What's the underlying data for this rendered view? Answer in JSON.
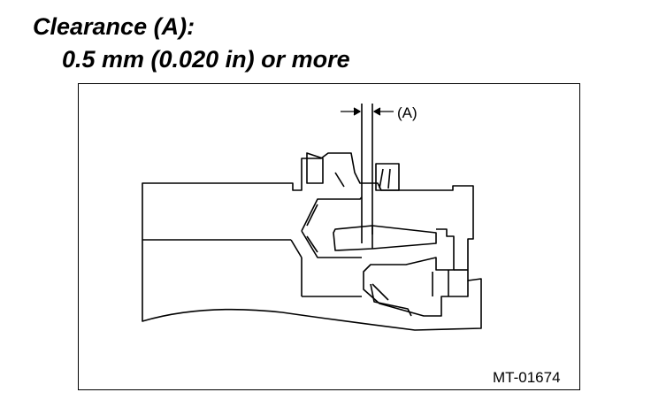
{
  "heading": {
    "title": "Clearance (A):",
    "spec": "0.5 mm (0.020 in) or more"
  },
  "diagram": {
    "dimension_label": "(A)",
    "figure_code": "MT-01674"
  }
}
